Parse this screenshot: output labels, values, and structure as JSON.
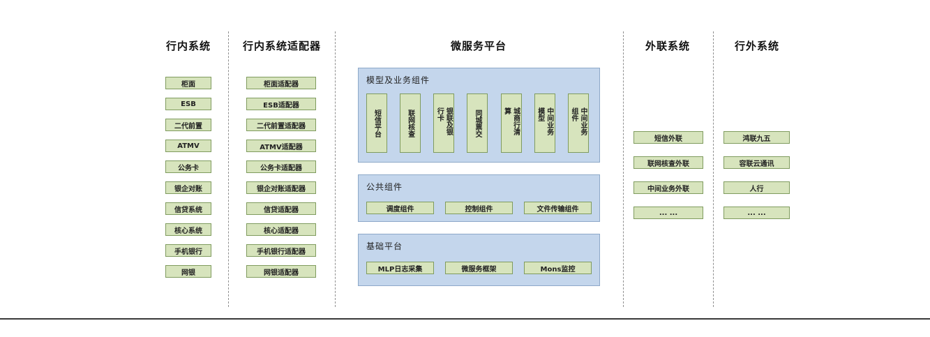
{
  "colors": {
    "green_fill": "#d7e4bd",
    "green_border": "#7f9b5e",
    "blue_fill": "#c4d6ec",
    "blue_border": "#8da8c8"
  },
  "columns": {
    "internal": {
      "title": "行内系统",
      "items": [
        "柜面",
        "ESB",
        "二代前置",
        "ATMV",
        "公务卡",
        "银企对账",
        "信贷系统",
        "核心系统",
        "手机银行",
        "网银"
      ]
    },
    "adapters": {
      "title": "行内系统适配器",
      "items": [
        "柜面适配器",
        "ESB适配器",
        "二代前置适配器",
        "ATMV适配器",
        "公务卡适配器",
        "银企对账适配器",
        "信贷适配器",
        "核心适配器",
        "手机银行适配器",
        "网银适配器"
      ]
    },
    "platform": {
      "title": "微服务平台",
      "groups": [
        {
          "title": "模型及业务组件",
          "items": [
            "短信平台",
            "联网核查",
            "银联及银行卡",
            "同城票交",
            "城商行清算",
            "中间业务模型",
            "中间业务组件"
          ]
        },
        {
          "title": "公共组件",
          "items": [
            "调度组件",
            "控制组件",
            "文件传输组件"
          ]
        },
        {
          "title": "基础平台",
          "items": [
            "MLP日志采集",
            "微服务框架",
            "Mons监控"
          ]
        }
      ]
    },
    "external": {
      "title": "外联系统",
      "items": [
        "短信外联",
        "联网核查外联",
        "中间业务外联",
        "... ..."
      ]
    },
    "outside": {
      "title": "行外系统",
      "items": [
        "鸿联九五",
        "容联云通讯",
        "人行",
        "... ..."
      ]
    }
  }
}
